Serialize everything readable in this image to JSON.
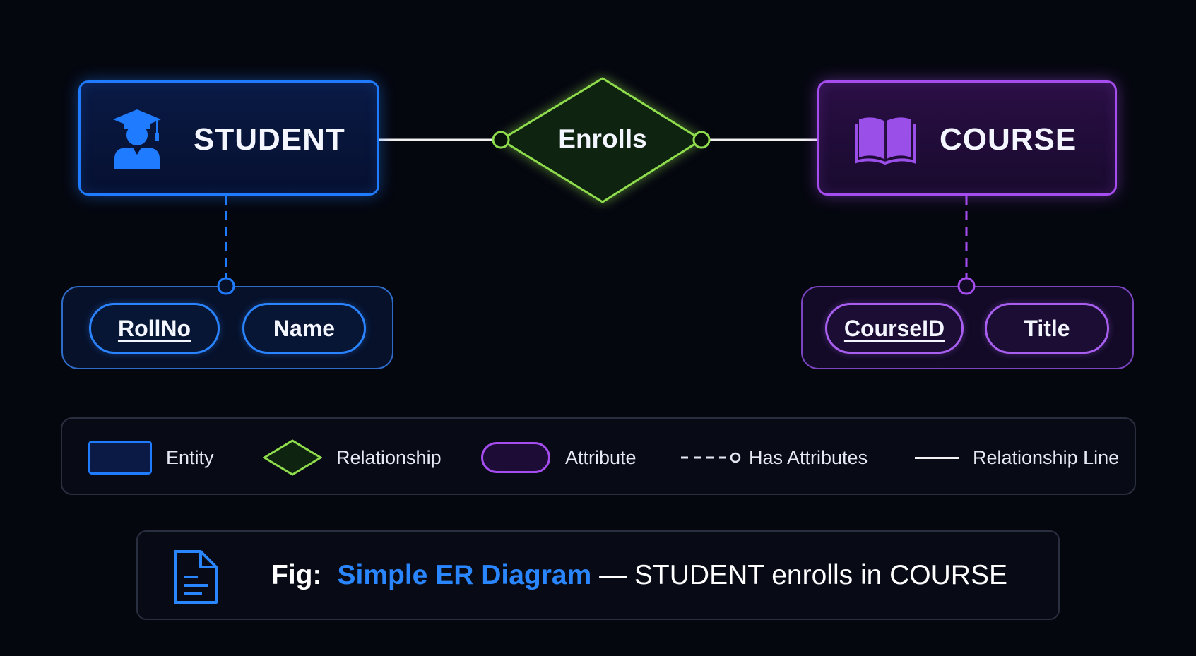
{
  "entities": {
    "student": {
      "label": "STUDENT",
      "icon": "graduate-student-icon",
      "color": "#1f7bff"
    },
    "course": {
      "label": "COURSE",
      "icon": "open-book-icon",
      "color": "#a64df0"
    }
  },
  "relationship": {
    "label": "Enrolls",
    "color": "#8fdc4c"
  },
  "attributes": {
    "student": [
      {
        "label": "RollNo",
        "key": true
      },
      {
        "label": "Name",
        "key": false
      }
    ],
    "course": [
      {
        "label": "CourseID",
        "key": true
      },
      {
        "label": "Title",
        "key": false
      }
    ]
  },
  "legend": {
    "entity": "Entity",
    "relationship": "Relationship",
    "attribute": "Attribute",
    "has_attributes": "Has Attributes",
    "relationship_line": "Relationship Line"
  },
  "caption": {
    "icon": "document-icon",
    "prefix": "Fig:",
    "title": "Simple ER Diagram",
    "rest": " — STUDENT enrolls in COURSE"
  }
}
